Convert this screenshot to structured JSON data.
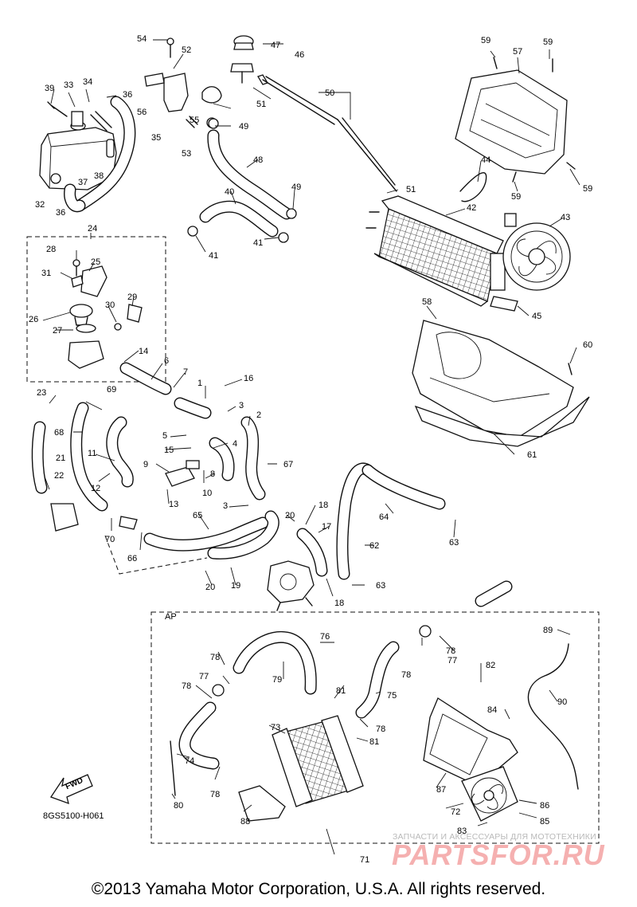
{
  "diagram": {
    "reference_code": "8GS5100-H061",
    "section_label": "AP",
    "direction_label": "FWD",
    "copyright": "©2013 Yamaha Motor Corporation, U.S.A. All rights reserved.",
    "watermark": {
      "subtitle": "ЗАПЧАСТИ И АКСЕССУАРЫ ДЛЯ МОТОТЕХНИКИ",
      "brand": "PARTSFOR.RU"
    },
    "callouts": [
      "1",
      "2",
      "3",
      "3",
      "4",
      "5",
      "6",
      "7",
      "8",
      "9",
      "10",
      "11",
      "12",
      "13",
      "14",
      "15",
      "16",
      "17",
      "18",
      "18",
      "19",
      "20",
      "20",
      "21",
      "22",
      "23",
      "24",
      "25",
      "26",
      "27",
      "28",
      "29",
      "30",
      "31",
      "32",
      "33",
      "34",
      "35",
      "36",
      "36",
      "37",
      "38",
      "39",
      "40",
      "41",
      "41",
      "42",
      "43",
      "44",
      "45",
      "46",
      "47",
      "48",
      "49",
      "49",
      "50",
      "51",
      "51",
      "52",
      "53",
      "54",
      "55",
      "56",
      "57",
      "58",
      "59",
      "59",
      "59",
      "59",
      "60",
      "61",
      "62",
      "63",
      "63",
      "64",
      "65",
      "66",
      "67",
      "68",
      "69",
      "70",
      "71",
      "72",
      "73",
      "74",
      "75",
      "76",
      "77",
      "77",
      "78",
      "78",
      "78",
      "78",
      "78",
      "78",
      "79",
      "80",
      "81",
      "81",
      "82",
      "83",
      "84",
      "85",
      "86",
      "87",
      "88",
      "89",
      "90"
    ]
  }
}
